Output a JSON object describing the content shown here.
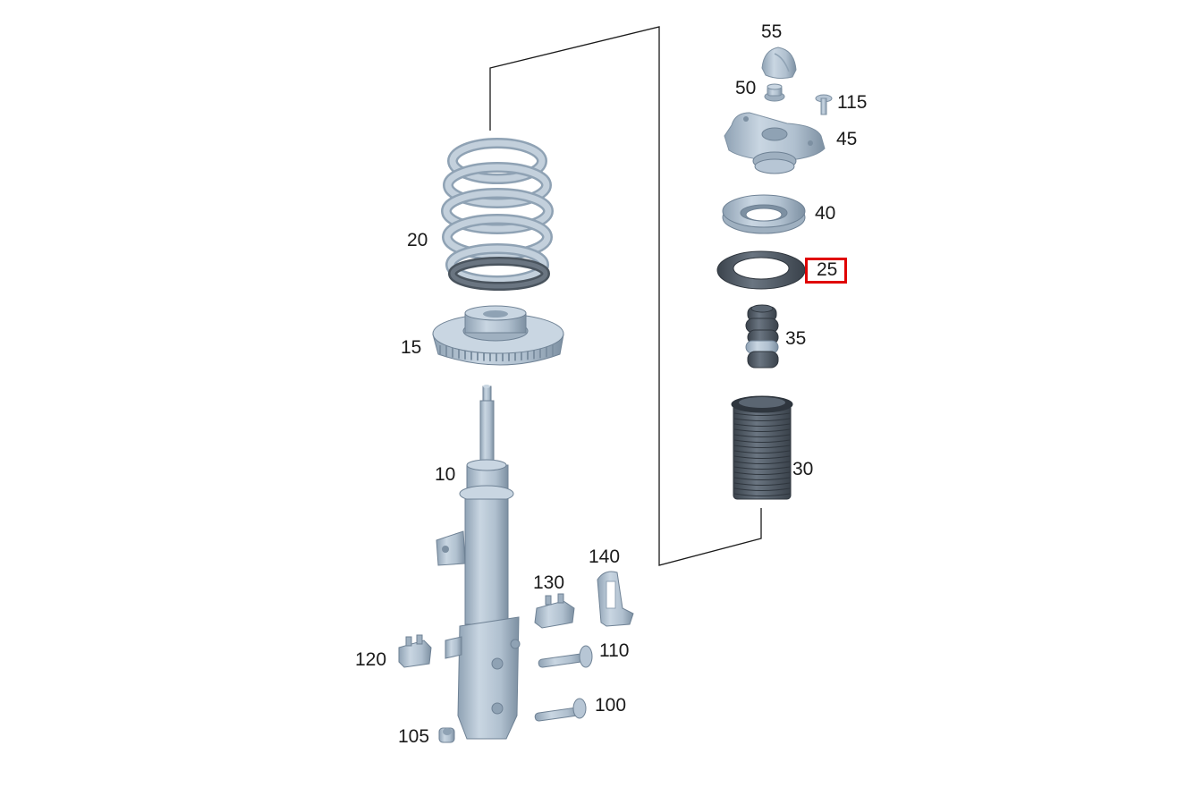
{
  "diagram": {
    "parts": [
      {
        "id": "55",
        "label": "55",
        "part": "cap"
      },
      {
        "id": "50",
        "label": "50",
        "part": "nut"
      },
      {
        "id": "115",
        "label": "115",
        "part": "screw"
      },
      {
        "id": "45",
        "label": "45",
        "part": "strut-mount"
      },
      {
        "id": "40",
        "label": "40",
        "part": "bearing"
      },
      {
        "id": "25",
        "label": "25",
        "part": "spring-pad",
        "highlighted": true
      },
      {
        "id": "35",
        "label": "35",
        "part": "bump-stop"
      },
      {
        "id": "30",
        "label": "30",
        "part": "dust-boot"
      },
      {
        "id": "20",
        "label": "20",
        "part": "coil-spring"
      },
      {
        "id": "15",
        "label": "15",
        "part": "spring-seat"
      },
      {
        "id": "10",
        "label": "10",
        "part": "shock-absorber"
      },
      {
        "id": "140",
        "label": "140",
        "part": "bracket"
      },
      {
        "id": "130",
        "label": "130",
        "part": "clip"
      },
      {
        "id": "120",
        "label": "120",
        "part": "clip"
      },
      {
        "id": "110",
        "label": "110",
        "part": "bolt"
      },
      {
        "id": "100",
        "label": "100",
        "part": "bolt"
      },
      {
        "id": "105",
        "label": "105",
        "part": "nut"
      }
    ],
    "colors": {
      "metal": "#b7c6d5",
      "metal_dark": "#7f92a4",
      "rubber": "#5b6672",
      "rubber_dark": "#3d4650",
      "highlight": "#e00000",
      "line": "#1a1a1a"
    }
  }
}
